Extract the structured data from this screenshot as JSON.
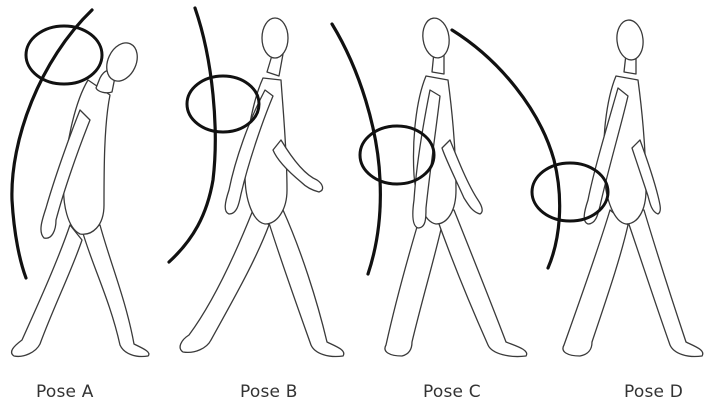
{
  "poses": [
    {
      "label": "Pose A",
      "highlighted_region": "neck"
    },
    {
      "label": "Pose B",
      "highlighted_region": "upper back"
    },
    {
      "label": "Pose C",
      "highlighted_region": "lower back"
    },
    {
      "label": "Pose D",
      "highlighted_region": "hips"
    }
  ],
  "colors": {
    "outline": "#3a3a3a",
    "arc": "#111111",
    "label": "#333333",
    "background": "#ffffff"
  }
}
